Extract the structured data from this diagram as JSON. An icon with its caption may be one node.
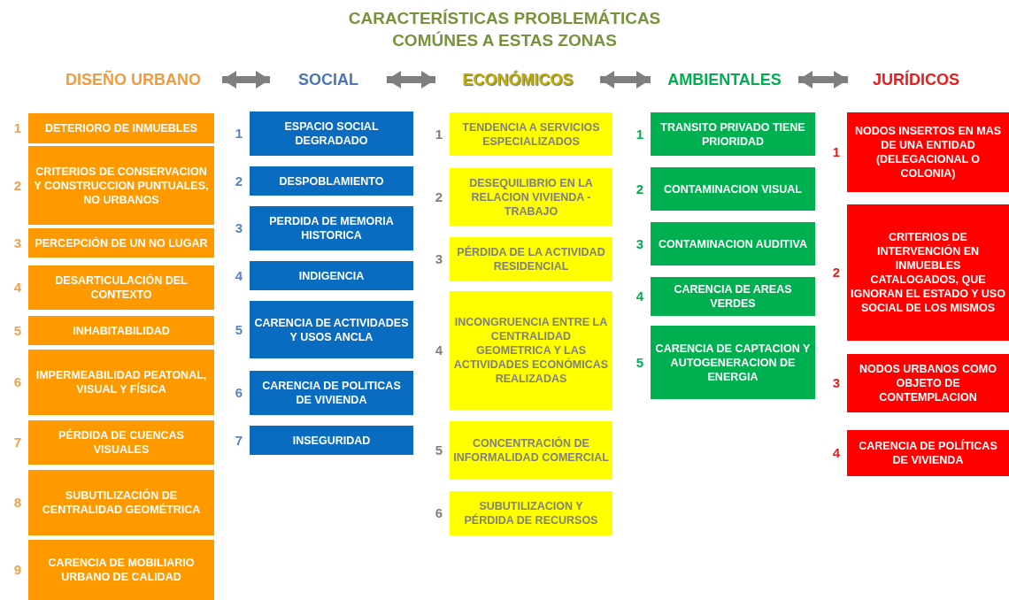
{
  "diagram": {
    "title": "CARACTERÍSTICAS PROBLEMÁTICAS COMÚNES A ESTAS ZONAS",
    "nodes": [
      {
        "text": [
          "DISEÑO URBANO"
        ]
      },
      {
        "text": [
          "SOCIAL"
        ]
      },
      {
        "text": [
          "ECONÓMICOS"
        ]
      },
      {
        "text": [
          "AMBIENTALES"
        ]
      },
      {
        "text": [
          "JURÍDICOS"
        ]
      },
      {
        "text": [
          "DETERIORO DE INMUEBLES"
        ],
        "beside": [
          "1"
        ]
      },
      {
        "text": [
          "CRITERIOS DE CONSERVACION Y CONSTRUCCION PUNTUALES, NO URBANOS"
        ],
        "beside": [
          "2"
        ]
      },
      {
        "text": [
          "PERCEPCIÓN DE UN NO LUGAR"
        ],
        "beside": [
          "3"
        ]
      },
      {
        "text": [
          "DESARTICULACIÓN DEL CONTEXTO"
        ],
        "beside": [
          "4"
        ]
      },
      {
        "text": [
          "INHABITABILIDAD"
        ],
        "beside": [
          "5"
        ]
      },
      {
        "text": [
          "IMPERMEABILIDAD PEATONAL, VISUAL Y FÍSICA"
        ],
        "beside": [
          "6"
        ]
      },
      {
        "text": [
          "PÉRDIDA DE CUENCAS VISUALES"
        ],
        "beside": [
          "7"
        ]
      },
      {
        "text": [
          "SUBUTILIZACIÓN DE CENTRALIDAD GEOMÉTRICA"
        ],
        "beside": [
          "8"
        ]
      },
      {
        "text": [
          "CARENCIA DE MOBILIARIO URBANO DE CALIDAD"
        ],
        "beside": [
          "9"
        ]
      },
      {
        "text": [
          "ESPACIO SOCIAL DEGRADADO"
        ],
        "beside": [
          "1"
        ]
      },
      {
        "text": [
          "DESPOBLAMIENTO"
        ],
        "beside": [
          "2"
        ]
      },
      {
        "text": [
          "PERDIDA DE MEMORIA HISTORICA"
        ],
        "beside": [
          "3"
        ]
      },
      {
        "text": [
          "INDIGENCIA"
        ],
        "beside": [
          "4"
        ]
      },
      {
        "text": [
          "CARENCIA DE ACTIVIDADES Y USOS ANCLA"
        ],
        "beside": [
          "5"
        ]
      },
      {
        "text": [
          "CARENCIA DE POLITICAS DE VIVIENDA"
        ],
        "beside": [
          "6"
        ]
      },
      {
        "text": [
          "INSEGURIDAD"
        ],
        "beside": [
          "7"
        ]
      },
      {
        "text": [
          "TENDENCIA A SERVICIOS ESPECIALIZADOS"
        ],
        "beside": [
          "1"
        ]
      },
      {
        "text": [
          "DESEQUILIBRIO EN LA RELACION VIVIENDA - TRABAJO"
        ],
        "beside": [
          "2"
        ]
      },
      {
        "text": [
          "PÉRDIDA DE LA ACTIVIDAD RESIDENCIAL"
        ],
        "beside": [
          "3"
        ]
      },
      {
        "text": [
          "INCONGRUENCIA ENTRE LA CENTRALIDAD GEOMETRICA Y LAS ACTIVIDADES ECONÓMICAS REALIZADAS"
        ],
        "beside": [
          "4"
        ]
      },
      {
        "text": [
          "CONCENTRACIÓN DE INFORMALIDAD COMERCIAL"
        ],
        "beside": [
          "5"
        ]
      },
      {
        "text": [
          "SUBUTILIZACION Y PÉRDIDA DE RECURSOS"
        ],
        "beside": [
          "6"
        ]
      },
      {
        "text": [
          "TRANSITO PRIVADO TIENE PRIORIDAD"
        ],
        "beside": [
          "1"
        ]
      },
      {
        "text": [
          "CONTAMINACION VISUAL"
        ],
        "beside": [
          "2"
        ]
      },
      {
        "text": [
          "CONTAMINACION AUDITIVA"
        ],
        "beside": [
          "3"
        ]
      },
      {
        "text": [
          "CARENCIA DE AREAS VERDES"
        ],
        "beside": [
          "4"
        ]
      },
      {
        "text": [
          "CARENCIA DE CAPTACION Y AUTOGENERACION DE ENERGIA"
        ],
        "beside": [
          "5"
        ]
      },
      {
        "text": [
          "NODOS INSERTOS EN MAS DE UNA ENTIDAD (DELEGACIONAL O COLONIA)"
        ],
        "beside": [
          "1"
        ]
      },
      {
        "text": [
          "CRITERIOS DE INTERVENCIÓN EN INMUEBLES CATALOGADOS, QUE IGNORAN EL ESTADO Y USO SOCIAL DE LOS MISMOS"
        ],
        "beside": [
          "2"
        ]
      },
      {
        "text": [
          "NODOS URBANOS COMO OBJETO DE CONTEMPLACION"
        ],
        "beside": [
          "3"
        ]
      },
      {
        "text": [
          "CARENCIA DE POLÍTICAS DE VIVIENDA"
        ],
        "beside": [
          "4"
        ]
      }
    ],
    "edges": [
      {
        "from": 0,
        "to": 1,
        "arrow": "both"
      },
      {
        "from": 1,
        "to": 2,
        "arrow": "both"
      },
      {
        "from": 2,
        "to": 3,
        "arrow": "both"
      },
      {
        "from": 3,
        "to": 4,
        "arrow": "both"
      }
    ]
  }
}
